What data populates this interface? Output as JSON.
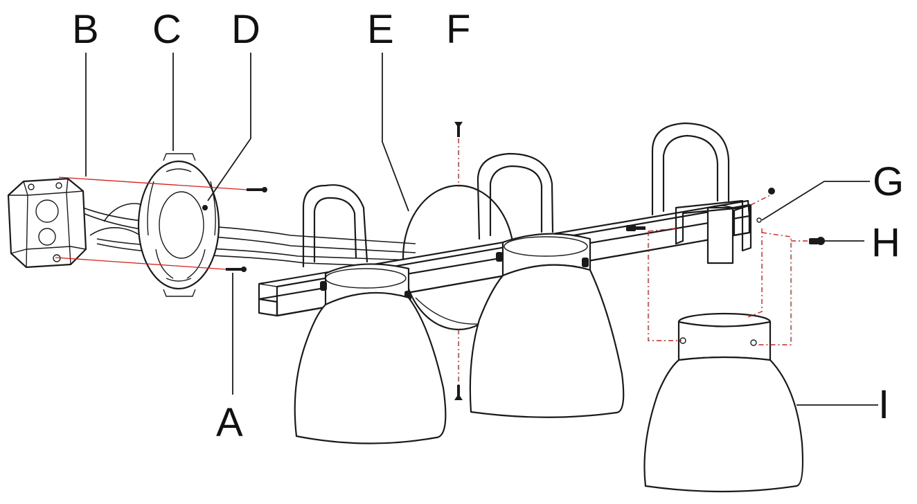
{
  "diagram": {
    "colors": {
      "line": "#1a1a1a",
      "alignment": "#d21f1f",
      "background": "#ffffff"
    },
    "labels": [
      "A",
      "B",
      "C",
      "D",
      "E",
      "F",
      "G",
      "H",
      "I"
    ]
  }
}
